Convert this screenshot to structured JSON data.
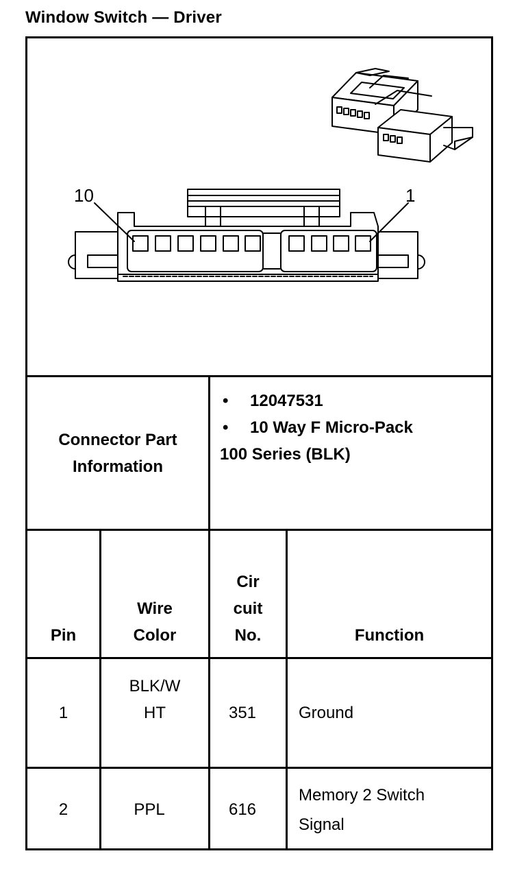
{
  "title": "Window Switch — Driver",
  "diagram": {
    "pin_label_left": "10",
    "pin_label_right": "1"
  },
  "connector_info": {
    "label_line1": "Connector Part",
    "label_line2": "Information",
    "bullets": [
      "12047531",
      "10 Way F Micro-Pack"
    ],
    "continuation": "100 Series (BLK)"
  },
  "table": {
    "headers": {
      "pin": [
        "Pin"
      ],
      "wire_color": [
        "Wire",
        "Color"
      ],
      "circuit": [
        "Cir",
        "cuit",
        "No."
      ],
      "function": [
        "Function"
      ]
    },
    "rows": [
      {
        "pin": "1",
        "wire_color": [
          "BLK/W",
          "HT"
        ],
        "circuit": "351",
        "function": [
          "Ground"
        ]
      },
      {
        "pin": "2",
        "wire_color": [
          "PPL"
        ],
        "circuit": "616",
        "function": [
          "Memory 2 Switch",
          "Signal"
        ]
      }
    ]
  }
}
